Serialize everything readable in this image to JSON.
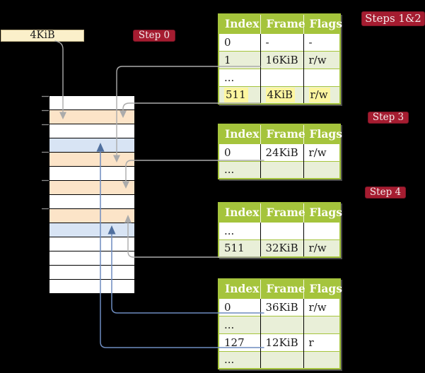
{
  "page_box": {
    "label": "4KiB"
  },
  "badges": {
    "step0": "Step 0",
    "steps12": "Steps 1&2",
    "step3": "Step 3",
    "step4": "Step 4"
  },
  "tables": [
    {
      "name": "root-page-table",
      "headers": [
        "Index",
        "Frame",
        "Flags"
      ],
      "rows": [
        {
          "cells": [
            "0",
            "-",
            "-"
          ],
          "shaded": false,
          "highlighted": false
        },
        {
          "cells": [
            "1",
            "16KiB",
            "r/w"
          ],
          "shaded": true,
          "highlighted": false
        },
        {
          "cells": [
            "...",
            "",
            ""
          ],
          "shaded": false,
          "highlighted": false
        },
        {
          "cells": [
            "511",
            "4KiB",
            "r/w"
          ],
          "shaded": true,
          "highlighted": true
        }
      ]
    },
    {
      "name": "level-1-page-table",
      "headers": [
        "Index",
        "Frame",
        "Flags"
      ],
      "rows": [
        {
          "cells": [
            "0",
            "24KiB",
            "r/w"
          ],
          "shaded": false,
          "highlighted": false
        },
        {
          "cells": [
            "...",
            "",
            ""
          ],
          "shaded": true,
          "highlighted": false
        }
      ]
    },
    {
      "name": "level-2-page-table",
      "headers": [
        "Index",
        "Frame",
        "Flags"
      ],
      "rows": [
        {
          "cells": [
            "...",
            "",
            ""
          ],
          "shaded": false,
          "highlighted": false
        },
        {
          "cells": [
            "511",
            "32KiB",
            "r/w"
          ],
          "shaded": true,
          "highlighted": false
        }
      ]
    },
    {
      "name": "level-3-page-table",
      "headers": [
        "Index",
        "Frame",
        "Flags"
      ],
      "rows": [
        {
          "cells": [
            "0",
            "36KiB",
            "r/w"
          ],
          "shaded": false,
          "highlighted": false
        },
        {
          "cells": [
            "...",
            "",
            ""
          ],
          "shaded": true,
          "highlighted": false
        },
        {
          "cells": [
            "127",
            "12KiB",
            "r"
          ],
          "shaded": false,
          "highlighted": false
        },
        {
          "cells": [
            "...",
            "",
            ""
          ],
          "shaded": true,
          "highlighted": false
        }
      ]
    }
  ],
  "memory": {
    "rows": [
      "white",
      "peach",
      "white",
      "blue",
      "peach",
      "white",
      "peach",
      "white",
      "peach",
      "blue",
      "white",
      "white",
      "white",
      "white"
    ]
  },
  "colors": {
    "table_header_bg": "#a5c43c",
    "table_border": "#a5c43c",
    "table_row_shaded": "#e9efd8",
    "highlight_yellow": "#fdf6a0",
    "badge_bg": "#a51c30",
    "badge_text": "#f3e9ea",
    "page_box_bg": "#fbf0ca",
    "page_box_border": "#c9ba8e",
    "mem_white": "#ffffff",
    "mem_peach": "#fce4c8",
    "mem_blue": "#d8e4f4",
    "arrow_gray": "#ababab",
    "arrow_blue": "#6e8cbf",
    "arrow_blue_head": "#50709f",
    "tick_gray": "#8c8c8c"
  }
}
